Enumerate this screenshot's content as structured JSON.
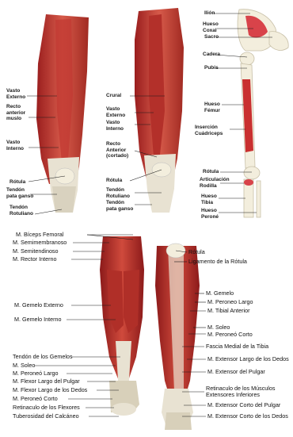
{
  "colors": {
    "muscle_dark": "#9a1e1e",
    "muscle_mid": "#c9443c",
    "muscle_light": "#e4806e",
    "tendon": "#e8e2d2",
    "bone": "#f3eedd",
    "line": "#1a1a1a"
  },
  "panel1": {
    "labels": {
      "vasto_externo": "Vasto\nExterno",
      "recto_anterior": "Recto\nanterior\nmuslo",
      "vasto_interno": "Vasto\nInterno",
      "rotula": "Rótula",
      "tendon_pata_ganso": "Tendón\npata ganso",
      "tendon_rotuliano": "Tendón\nRotuliano"
    }
  },
  "panel2": {
    "labels": {
      "crural": "Crural",
      "vasto_externo": "Vasto\nExterno",
      "vasto_interno": "Vasto\nInterno",
      "recto_anterior_cortado": "Recto\nAnterior\n(cortado)",
      "rotula": "Rótula",
      "tendon_rotuliano": "Tendón\nRotuliano",
      "tendon_pata_ganso": "Tendón\npata ganso"
    }
  },
  "panel3": {
    "labels": {
      "ilion": "Ilión",
      "hueso_coxal": "Hueso\nCoxal",
      "sacro": "Sacro",
      "cadera": "Cadera",
      "pubis": "Pubis",
      "hueso_femur": "Hueso\nFémur",
      "insercion_cuadriceps": "Inserción\nCuádriceps",
      "rotula": "Rótula",
      "articulacion_rodilla": "Articulación\nRodilla",
      "hueso_tibia": "Hueso\nTibia",
      "hueso_perone": "Hueso\nPeroné"
    }
  },
  "bottom_left": {
    "labels": {
      "biceps_femoral": "M. Bíceps Femoral",
      "semimembranoso": "M. Semimembranoso",
      "semitendinoso": "M. Semitendinoso",
      "recto_interno": "M. Rector Interno",
      "gemelo_externo": "M. Gemelo Externo",
      "gemelo_interno": "M. Gemelo Interno",
      "tendon_gemelos": "Tendón de los Gemelos",
      "soleo": "M. Soleo",
      "peroneo_largo": "M. Peroneó Largo",
      "flexor_largo_pulgar": "M. Flexor Largo del Pulgar",
      "flexor_largo_dedos": "M. Flexor Largo de los Dedos",
      "peroneo_corto": "M. Peroneó Corto",
      "reticulo_flexores": "Retinaculo de los Flexores",
      "tuberosidad_calcaneo": "Tuberosidad del Calcáneo"
    }
  },
  "bottom_right": {
    "labels": {
      "rotula": "Rótula",
      "ligamento_rotula": "Ligamento de la Rótula",
      "gemelo": "M. Gemelo",
      "peroneo_largo": "M. Peroneo Largo",
      "tibial_anterior": "M. Tibial Anterior",
      "soleo": "M. Soleo",
      "peroneo_corto": "M. Peroneó Corto",
      "fascia_medial_tibia": "Fascia Medial de la Tibia",
      "extensor_largo_dedos": "M. Extensor Largo de los Dedos",
      "extensor_pulgar": "M. Extensor del Pulgar",
      "retinaculo_musculos": "Retinaculo de los Músculos\nExtensores Inferiores",
      "extensor_corto_pulgar": "M. Extensor Corto del Pulgar",
      "extensor_corto_dedos": "M. Extensor Corto de los Dedos"
    }
  }
}
